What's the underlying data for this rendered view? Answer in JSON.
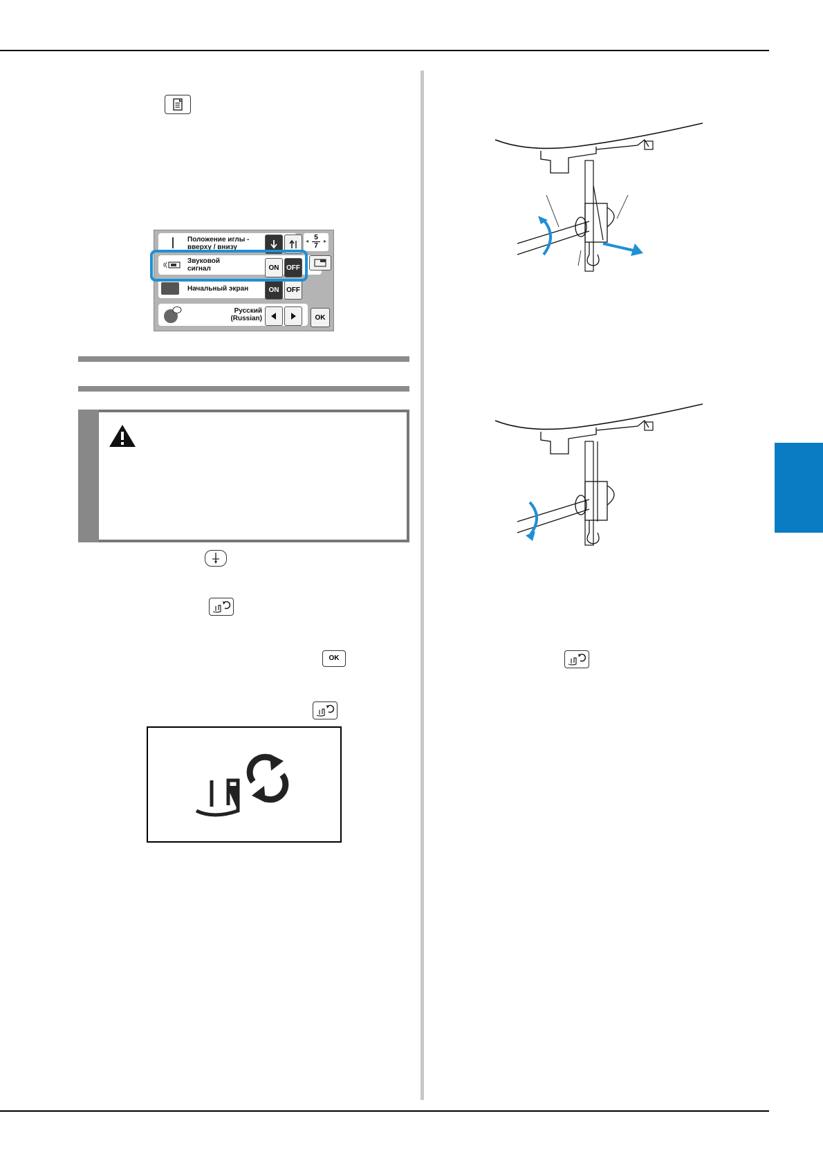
{
  "settings_screen": {
    "row1_label": "Положение иглы -\nвверху / внизу",
    "page_current": "5",
    "page_total": "7",
    "row2_label": "Звуковой\nсигнал",
    "row3_label": "Начальный экран",
    "row4_label": "Русский\n(Russian)",
    "on_label": "ON",
    "off_label": "OFF",
    "ok_label": "OK"
  },
  "inline_buttons": {
    "ok_label": "OK"
  },
  "colors": {
    "accent": "#1f8fd6",
    "chapter_tab": "#0a7cc4"
  },
  "icons": [
    "settings-icon",
    "needle-position-icon",
    "presser-foot-replace-icon",
    "warning-icon",
    "arrow-left-icon",
    "arrow-right-icon"
  ]
}
